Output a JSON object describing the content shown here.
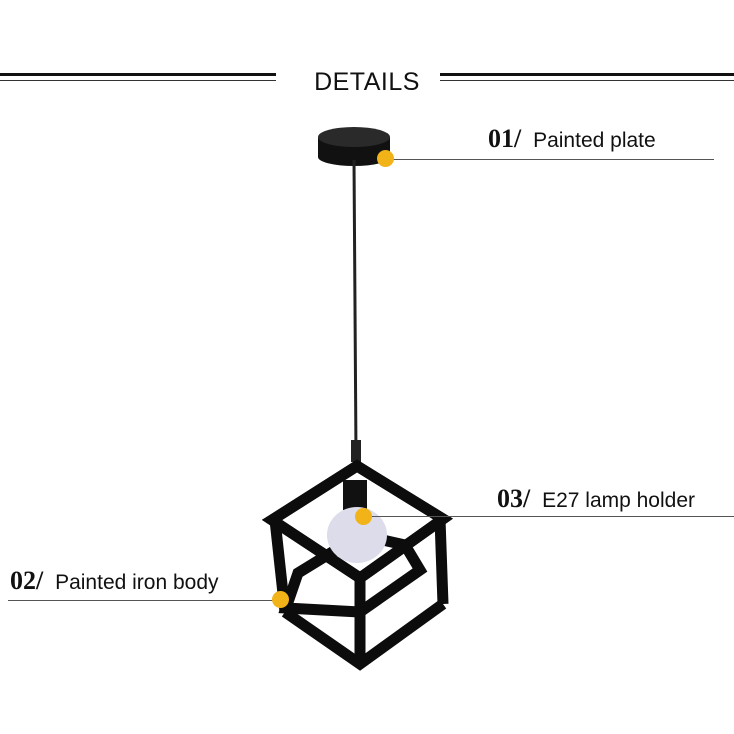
{
  "header": {
    "title": "DETAILS"
  },
  "callouts": [
    {
      "number": "01/",
      "label": "Painted plate"
    },
    {
      "number": "02/",
      "label": "Painted iron body"
    },
    {
      "number": "03/",
      "label": "E27 lamp holder"
    }
  ],
  "colors": {
    "marker": "#f2b319",
    "lamp": "#111111"
  }
}
